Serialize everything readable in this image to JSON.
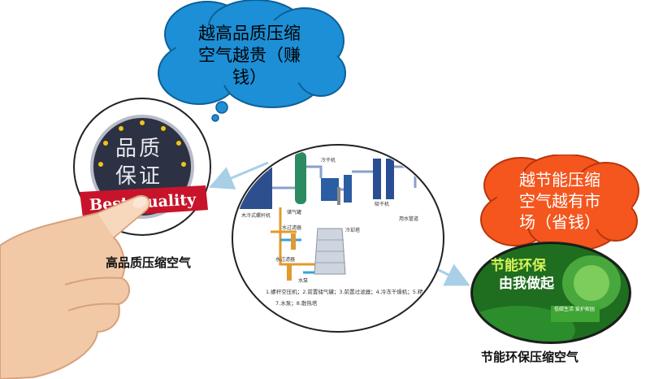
{
  "clouds": {
    "blue": {
      "lines": [
        "越高品质压缩",
        "空气越贵（赚",
        "钱）"
      ],
      "fill": "#1c8fd6"
    },
    "orange": {
      "lines": [
        "越节能压缩",
        "空气越有市",
        "场（省钱）"
      ],
      "fill": "#f4561e"
    }
  },
  "badge": {
    "line1": "品质",
    "line2": "保证",
    "ribbon": "Best Quality"
  },
  "captions": {
    "left": "高品质压缩空气",
    "right": "节能环保压缩空气"
  },
  "diagram": {
    "labels": {
      "compressor": "木冷式螺杆机",
      "tank": "储气罐",
      "dryer": "冷干机",
      "filter_right": "吸干机",
      "filter_a": "水过滤器",
      "filter_b": "水过滤器",
      "tower": "冷却塔",
      "pump": "水泵",
      "outlet": "用水管道"
    },
    "legend": [
      "1.螺杆空压机；2.前置储气罐；3.前置过滤器；4.冷冻干燥机；5.精",
      "7.水泵；8.散热塔"
    ]
  },
  "poster": {
    "title1": "节能环保",
    "title2": "由我做起",
    "sub": "低碳生活 爱护家园"
  },
  "colors": {
    "arrow": "#a9cfe6",
    "poster_green": "#2e8b2e"
  }
}
